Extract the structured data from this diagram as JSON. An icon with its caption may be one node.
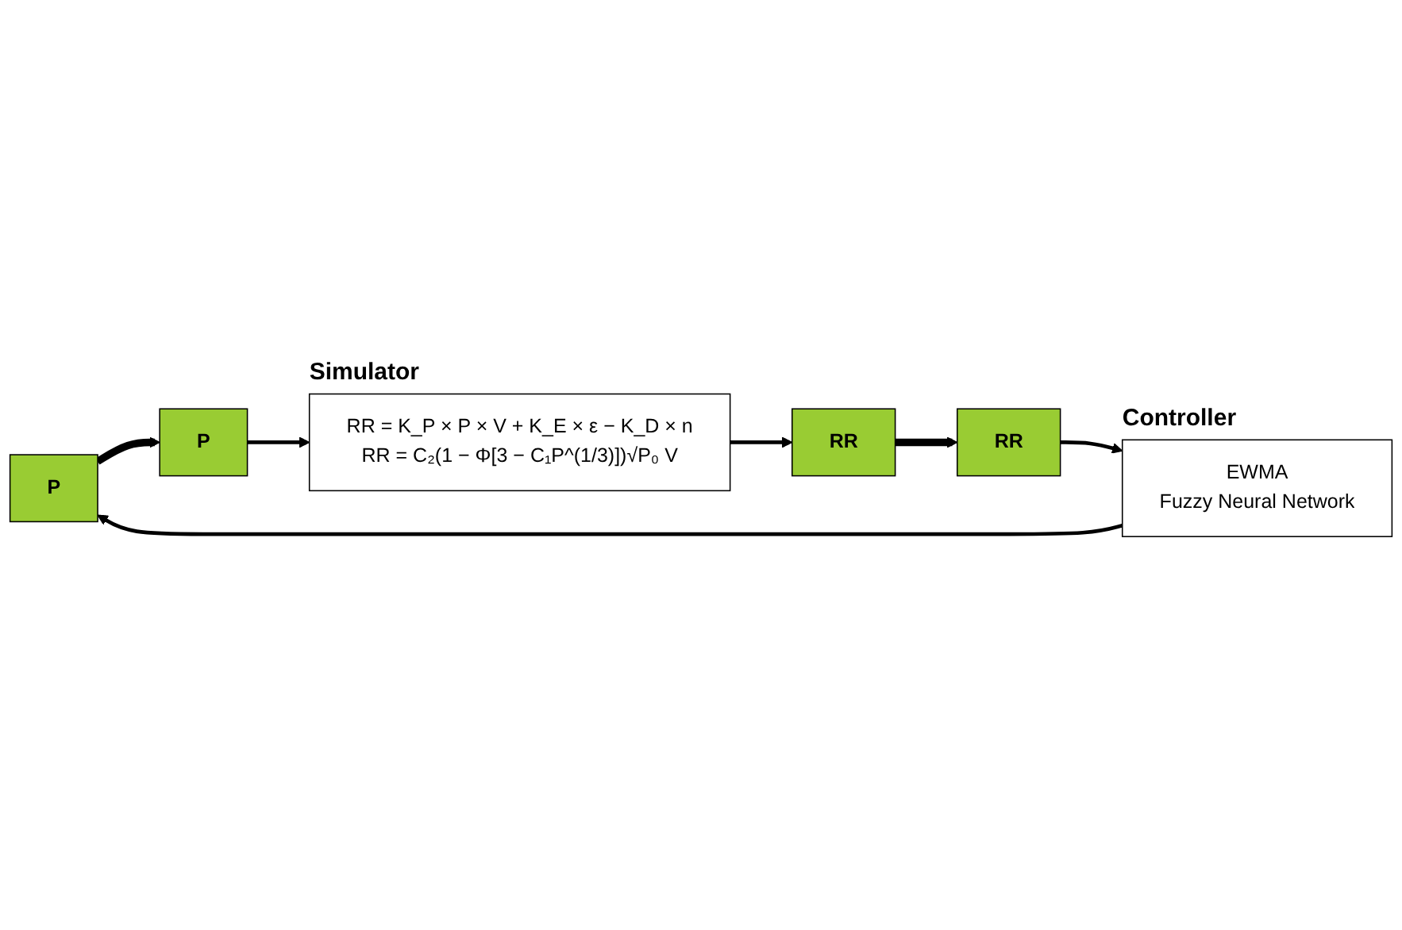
{
  "diagram": {
    "nodes": [
      {
        "text": [
          "P"
        ]
      },
      {
        "text": [
          "P"
        ]
      },
      {
        "text": [
          "RR = K_P × P × V + K_E × ε − K_D × n",
          "RR = C₂(1 − Φ[3 − C₁P^(1/3)])√P₀ V"
        ],
        "beside": [
          "Simulator"
        ]
      },
      {
        "text": [
          "RR"
        ]
      },
      {
        "text": [
          "RR"
        ]
      },
      {
        "text": [
          "EWMA",
          "Fuzzy Neural Network"
        ],
        "beside": [
          "Controller"
        ]
      }
    ],
    "edges": [
      {
        "from": 0,
        "to": 1,
        "arrow": "to",
        "style": "thick"
      },
      {
        "from": 1,
        "to": 2,
        "arrow": "to"
      },
      {
        "from": 2,
        "to": 3,
        "arrow": "to"
      },
      {
        "from": 3,
        "to": 4,
        "arrow": "to",
        "style": "thick"
      },
      {
        "from": 4,
        "to": 5,
        "arrow": "to"
      },
      {
        "from": 5,
        "to": 0,
        "arrow": "to"
      }
    ]
  }
}
